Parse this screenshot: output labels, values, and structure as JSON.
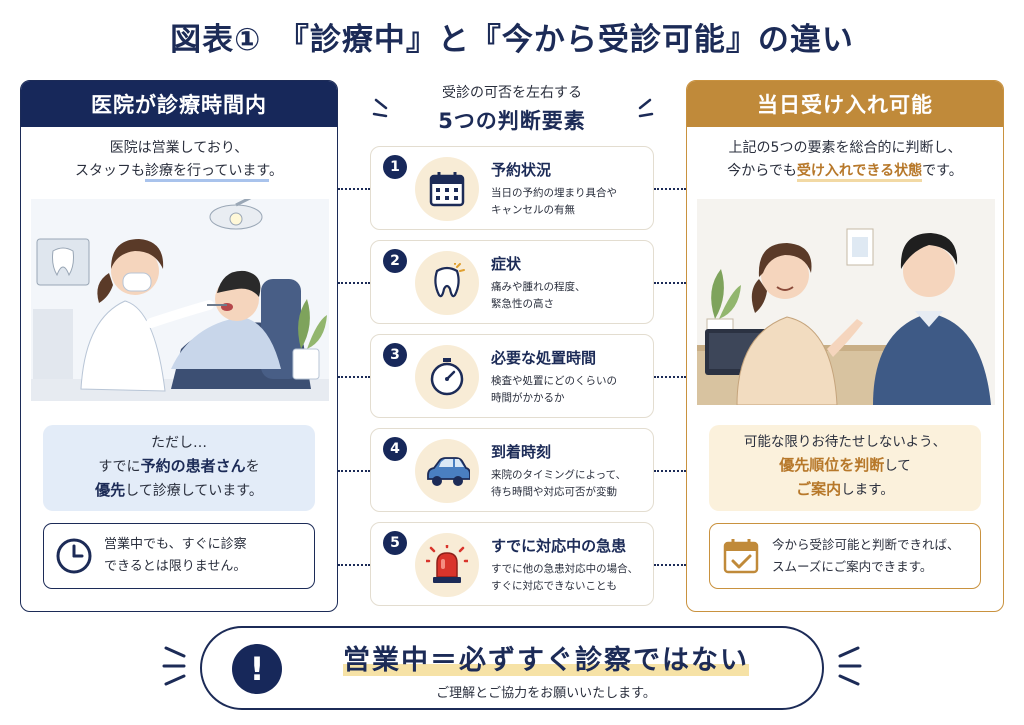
{
  "title": "図表①　『診療中』と『今から受診可能』の違い",
  "left": {
    "header": "医院が診療時間内",
    "intro_line1": "医院は営業しており、",
    "intro_line2_pre": "スタッフも",
    "intro_line2_em": "診療を行っています",
    "intro_line2_post": "。",
    "note_line1": "ただし…",
    "note_line2_pre": "すでに",
    "note_line2_b": "予約の患者さん",
    "note_line2_post": "を",
    "note_line3_b": "優先",
    "note_line3_post": "して診療しています。",
    "clock_line1": "営業中でも、すぐに診察",
    "clock_line2": "できるとは限りません。"
  },
  "center": {
    "sub": "受診の可否を左右する",
    "main": "5つの判断要素",
    "factors": [
      {
        "num": "1",
        "title": "予約状況",
        "desc1": "当日の予約の埋まり具合や",
        "desc2": "キャンセルの有無",
        "icon": "calendar-icon"
      },
      {
        "num": "2",
        "title": "症状",
        "desc1": "痛みや腫れの程度、",
        "desc2": "緊急性の高さ",
        "icon": "tooth-icon"
      },
      {
        "num": "3",
        "title": "必要な処置時間",
        "desc1": "検査や処置にどのくらいの",
        "desc2": "時間がかかるか",
        "icon": "stopwatch-icon"
      },
      {
        "num": "4",
        "title": "到着時刻",
        "desc1": "来院のタイミングによって、",
        "desc2": "待ち時間や対応可否が変動",
        "icon": "car-icon"
      },
      {
        "num": "5",
        "title": "すでに対応中の急患",
        "desc1": "すでに他の急患対応中の場合、",
        "desc2": "すぐに対応できないことも",
        "icon": "siren-icon"
      }
    ]
  },
  "right": {
    "header": "当日受け入れ可能",
    "intro_line1": "上記の5つの要素を総合的に判断し、",
    "intro_line2_pre": "今からでも",
    "intro_line2_em": "受け入れできる状態",
    "intro_line2_post": "です。",
    "note_line1": "可能な限りお待たせしないよう、",
    "note_line2_b": "優先順位を判断",
    "note_line2_post": "して",
    "note_line3_b": "ご案内",
    "note_line3_post": "します。",
    "cal_line1": "今から受診可能と判断できれば、",
    "cal_line2": "スムーズにご案内できます。"
  },
  "banner": {
    "main": "営業中＝必ずすぐ診察ではない",
    "sub": "ご理解とご協力をお願いいたします。",
    "icon": "exclamation-icon"
  },
  "colors": {
    "navy": "#17285a",
    "gold": "#c08a3a",
    "light_blue": "#e3ecf8",
    "cream": "#fbf1dc"
  }
}
